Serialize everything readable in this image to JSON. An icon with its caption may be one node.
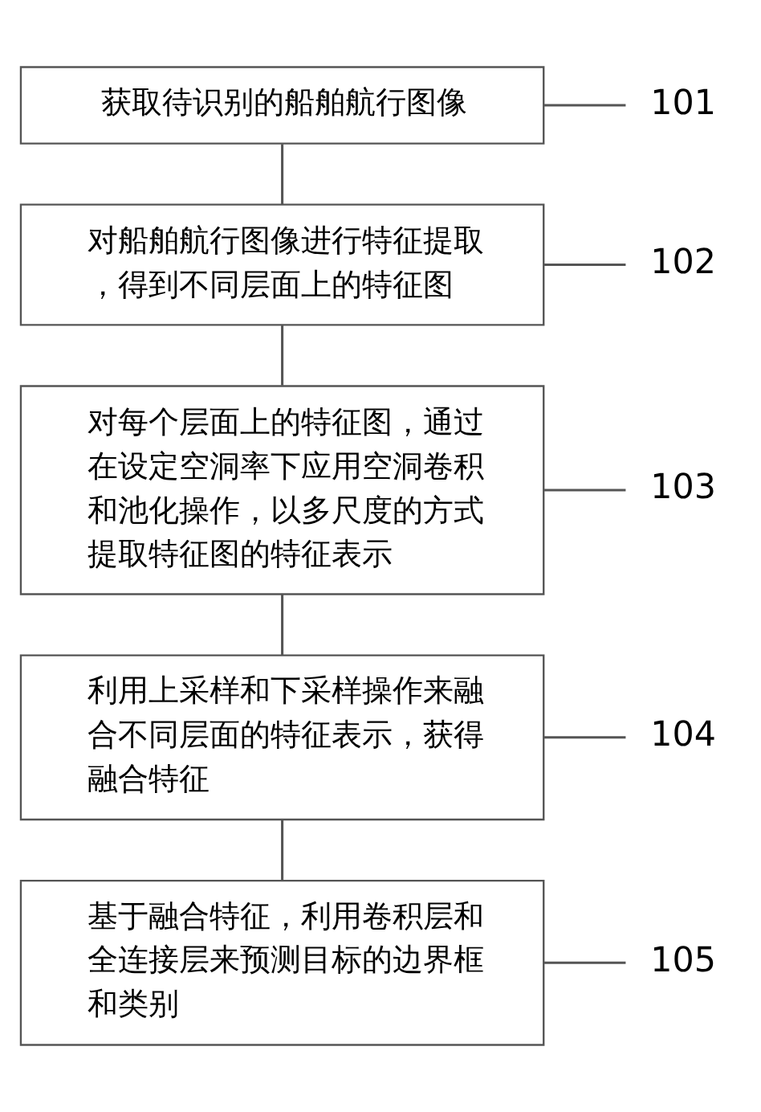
{
  "diagram": {
    "nodes": [
      {
        "text": [
          "获取待识别的船舶航行图像"
        ]
      },
      {
        "text": [
          "对船舶航行图像进行特征提取，得到不同层面上的特征图"
        ]
      },
      {
        "text": [
          "对每个层面上的特征图，通过在设定空洞率下应用空洞卷积和池化操作，以多尺度的方式提取特征图的特征表示"
        ]
      },
      {
        "text": [
          "利用上采样和下采样操作来融合不同层面的特征表示，获得融合特征"
        ]
      },
      {
        "text": [
          "基于融合特征，利用卷积层和全连接层来预测目标的边界框和类别"
        ]
      },
      {
        "text": [
          "101"
        ]
      },
      {
        "text": [
          "102"
        ]
      },
      {
        "text": [
          "103"
        ]
      },
      {
        "text": [
          "104"
        ]
      },
      {
        "text": [
          "105"
        ]
      }
    ],
    "edges": [
      {
        "from": 0,
        "to": 1,
        "arrow": "none"
      },
      {
        "from": 1,
        "to": 2,
        "arrow": "none"
      },
      {
        "from": 2,
        "to": 3,
        "arrow": "none"
      },
      {
        "from": 3,
        "to": 4,
        "arrow": "none"
      },
      {
        "from": 5,
        "to": 0,
        "arrow": "none"
      },
      {
        "from": 6,
        "to": 1,
        "arrow": "none"
      },
      {
        "from": 7,
        "to": 2,
        "arrow": "none"
      },
      {
        "from": 8,
        "to": 3,
        "arrow": "none"
      },
      {
        "from": 9,
        "to": 4,
        "arrow": "none"
      }
    ]
  }
}
